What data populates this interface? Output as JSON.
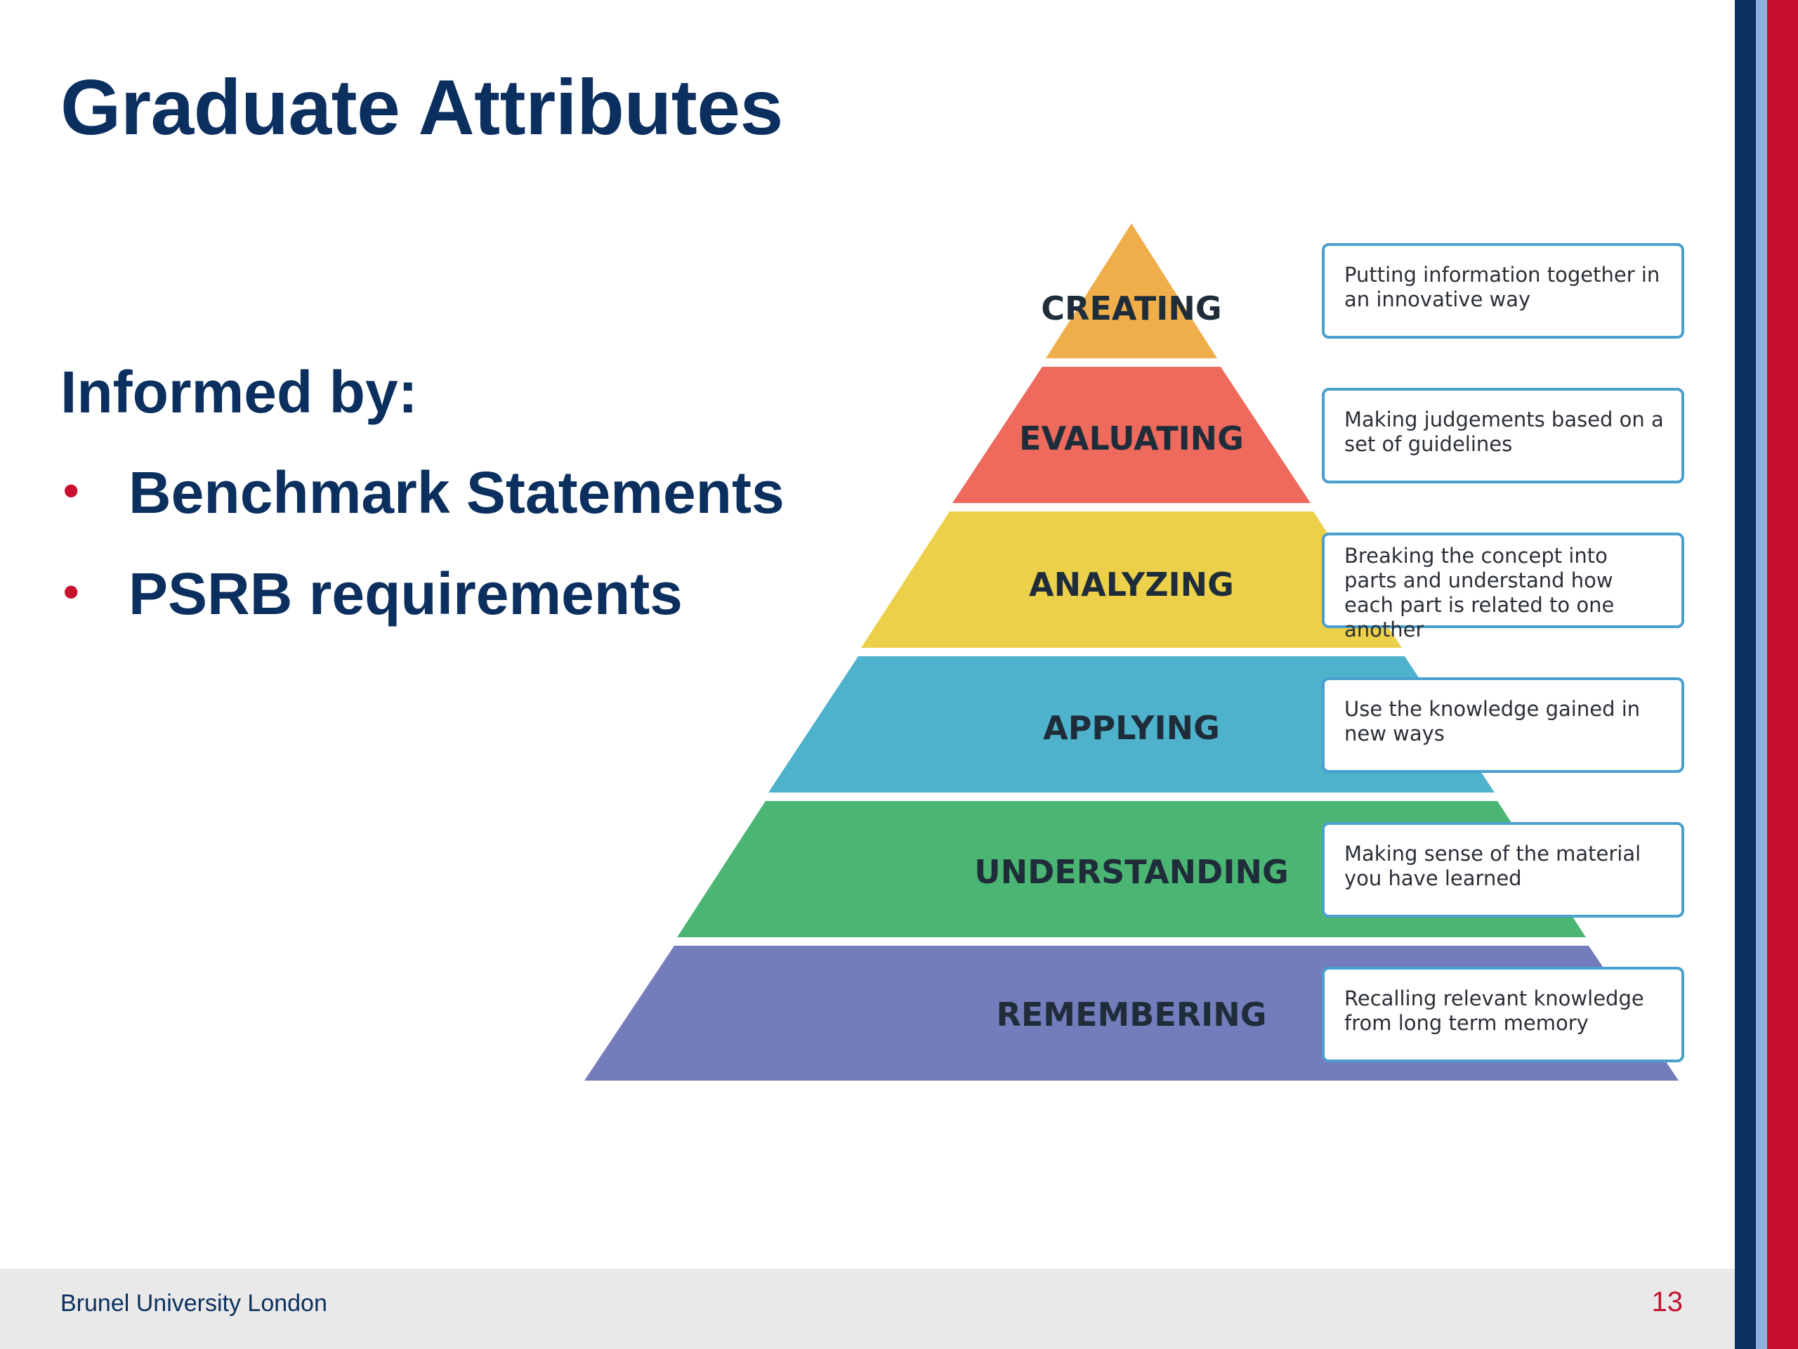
{
  "slide": {
    "title": "Graduate Attributes",
    "intro": "Informed by:",
    "bullets": [
      {
        "text": "Benchmark Statements"
      },
      {
        "text": "PSRB requirements"
      }
    ]
  },
  "pyramid": {
    "levels": [
      {
        "label": "CREATING",
        "description": "Putting information together in an innovative way",
        "color": "#efae4a"
      },
      {
        "label": "EVALUATING",
        "description": "Making judgements based on a set of guidelines",
        "color": "#ee6a5c"
      },
      {
        "label": "ANALYZING",
        "description": "Breaking the concept into parts and understand how each part is related to one another",
        "color": "#ecd04a"
      },
      {
        "label": "APPLYING",
        "description": "Use the knowledge gained in new ways",
        "color": "#4eb2cc"
      },
      {
        "label": "UNDERSTANDING",
        "description": "Making sense of the material you have learned",
        "color": "#4bb673"
      },
      {
        "label": "REMEMBERING",
        "description": "Recalling relevant knowledge from long term memory",
        "color": "#737dbb"
      }
    ]
  },
  "footer": {
    "organization": "Brunel University London",
    "page_number": "13"
  },
  "colors": {
    "navy": "#0b2f5e",
    "accent_red": "#c8102e",
    "light_blue": "#8fb0dd",
    "box_border": "#4b9fcf",
    "footer_bg": "#e9e9ea"
  }
}
